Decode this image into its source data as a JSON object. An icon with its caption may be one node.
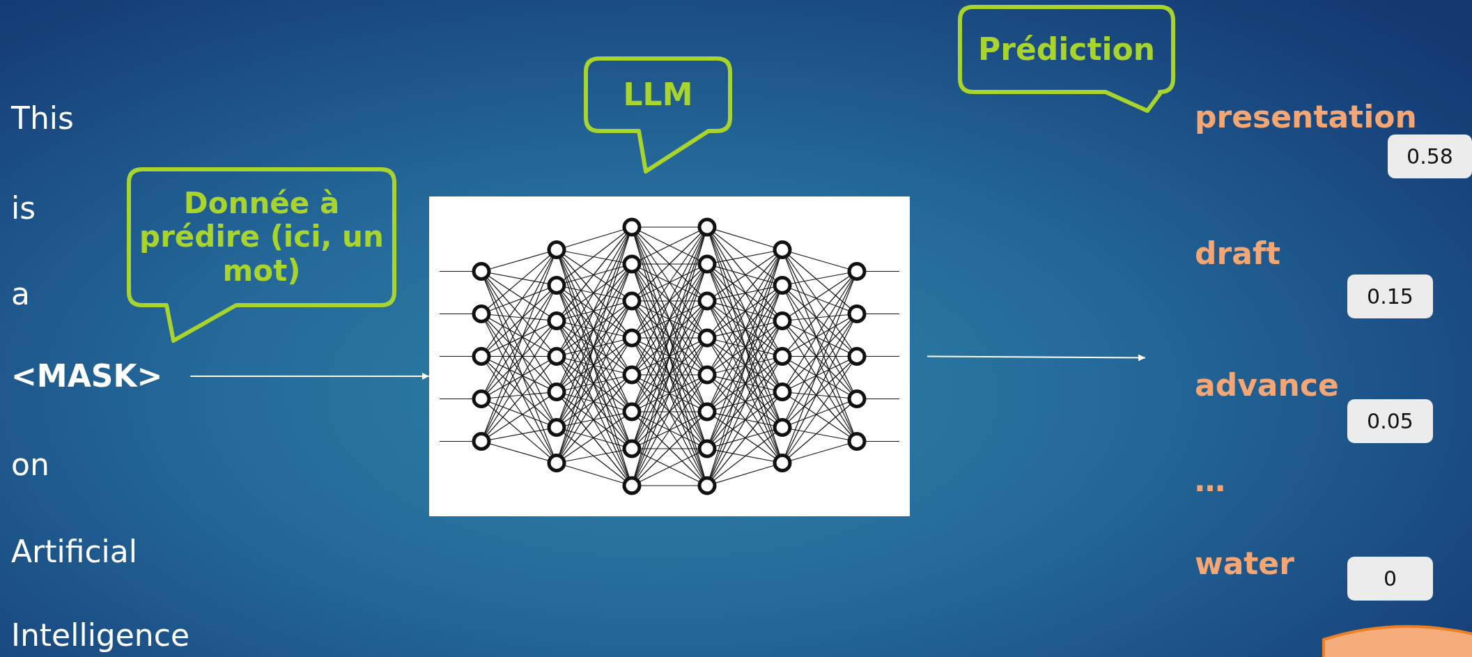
{
  "diagram": {
    "nodes": [
      {
        "text": [
          "Prédiction"
        ]
      },
      {
        "text": [
          "LLM"
        ]
      },
      {
        "text": [
          "Donnée à prédire (ici, un mot)"
        ]
      },
      {
        "text": [
          "<MASK>"
        ]
      },
      {
        "text": [],
        "shape": "picture"
      },
      {
        "text": [
          "0.58"
        ]
      },
      {
        "text": [
          "0.15"
        ]
      },
      {
        "text": [
          "0.05"
        ]
      },
      {
        "text": [
          "0"
        ]
      },
      {
        "text": [],
        "shape": "box"
      }
    ],
    "edges": [
      {
        "from": 3,
        "to": 4,
        "arrow": "to"
      },
      {
        "from": 4,
        "to": null,
        "arrow": "to"
      }
    ],
    "labels": [
      "This",
      "presentation",
      "is",
      "draft",
      "a",
      "advance",
      "on",
      "…",
      "Artificial",
      "water",
      "Intelligence"
    ]
  }
}
